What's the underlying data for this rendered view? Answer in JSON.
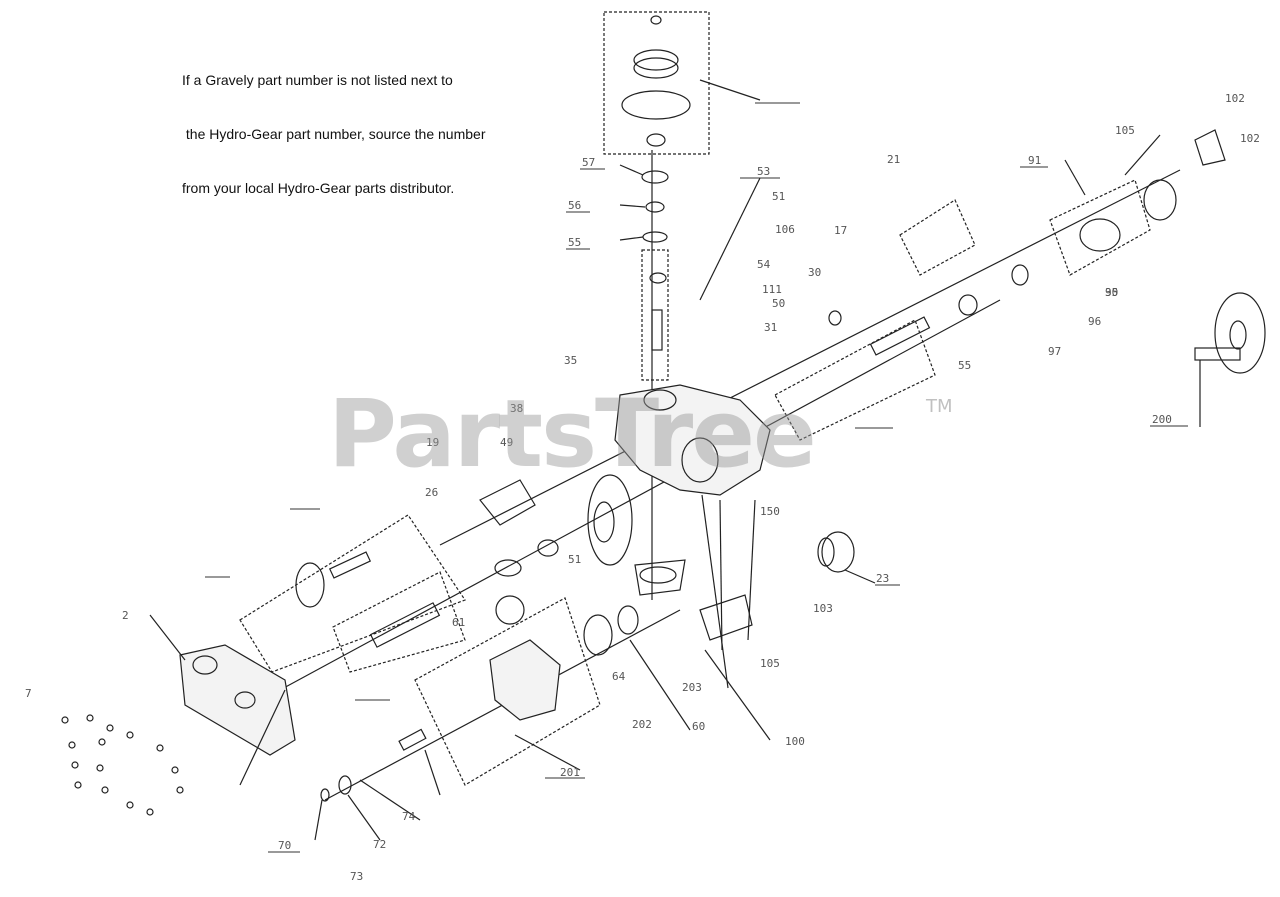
{
  "note": {
    "lines": [
      "If a Gravely part number is not listed next to",
      " the Hydro-Gear part number, source the number",
      "from your local Hydro-Gear parts distributor."
    ]
  },
  "kit_notes": {
    "lines": [
      "",
      "",
      "",
      "",
      "",
      "",
      "",
      ""
    ]
  },
  "watermark": {
    "text": "PartsTree",
    "trademark": "TM"
  },
  "callouts": [
    "102",
    "102",
    "105",
    "57",
    "56",
    "55",
    "53",
    "51",
    "21",
    "17",
    "106",
    "91",
    "54",
    "50",
    "31",
    "111",
    "30",
    "35",
    "55",
    "96",
    "90",
    "97",
    "35",
    "2",
    "7",
    "19",
    "49",
    "26",
    "51",
    "38",
    "61",
    "201",
    "64",
    "202",
    "60",
    "203",
    "105",
    "100",
    "103",
    "23",
    "200",
    "150",
    "70",
    "72",
    "73",
    "74"
  ]
}
